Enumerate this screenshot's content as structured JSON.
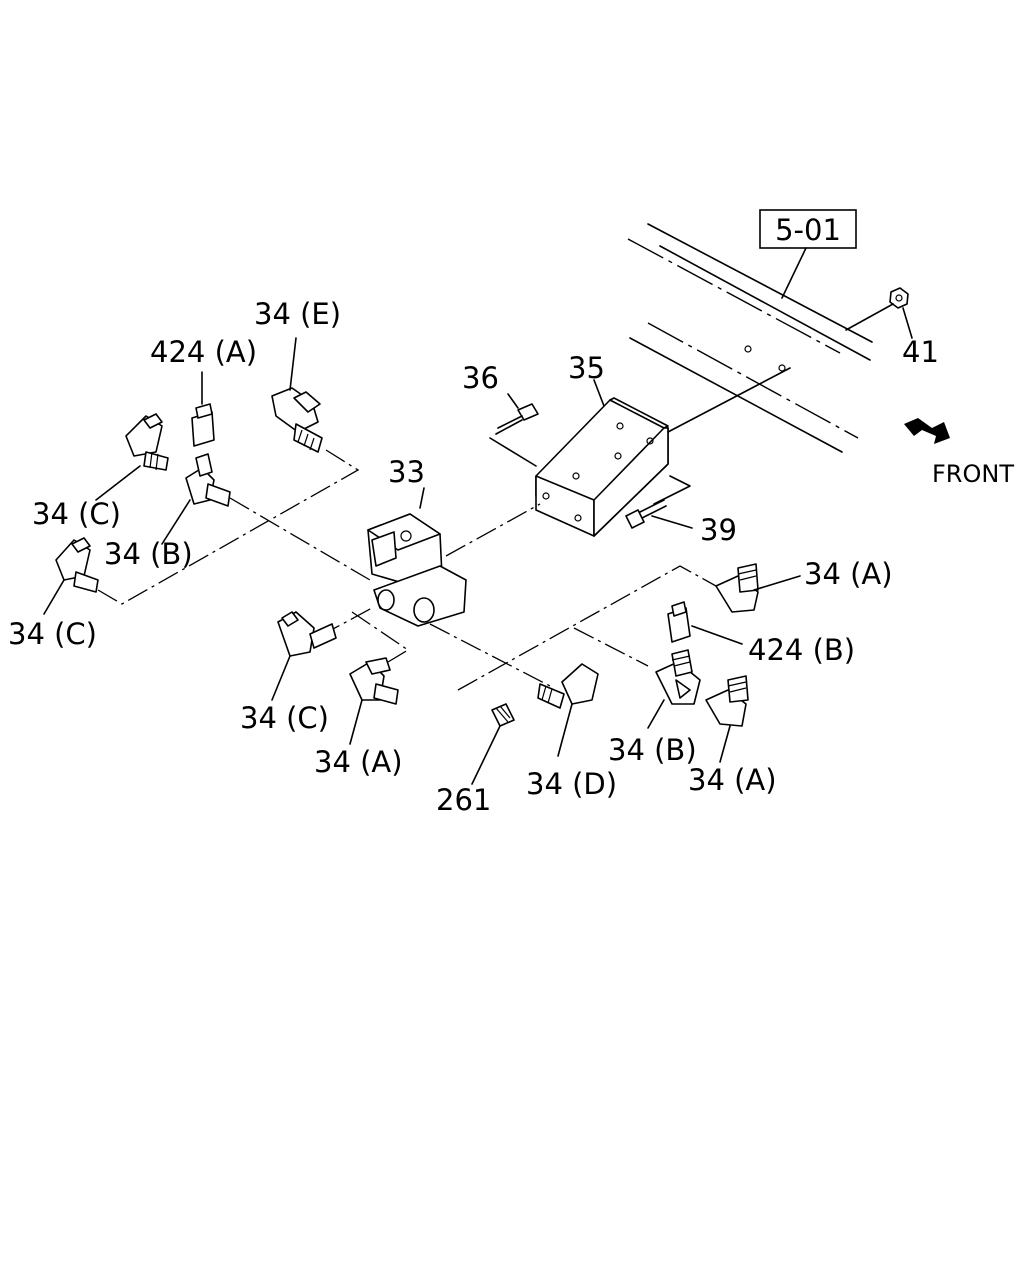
{
  "labels": {
    "ref": "5-01",
    "p41": "41",
    "front": "FRONT",
    "p36": "36",
    "p35": "35",
    "p33": "33",
    "p39": "39",
    "p34E": "34 (E)",
    "p424A": "424 (A)",
    "p34C_1": "34 (C)",
    "p34B_1": "34 (B)",
    "p34C_2": "34 (C)",
    "p34C_3": "34 (C)",
    "p34A_1": "34 (A)",
    "p261": "261",
    "p34D": "34 (D)",
    "p34B_2": "34 (B)",
    "p34A_2": "34 (A)",
    "p34A_3": "34 (A)",
    "p424B": "424 (B)"
  },
  "colors": {
    "ink": "#000000",
    "paper": "#ffffff"
  },
  "icons": {
    "front_arrow": "front-arrow-icon"
  }
}
